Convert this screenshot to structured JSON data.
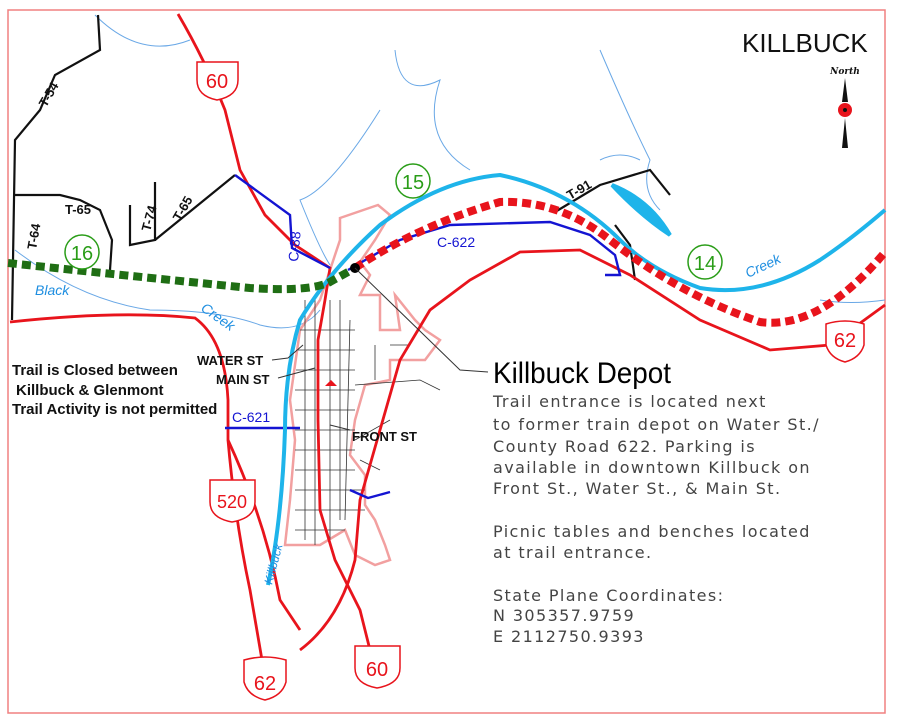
{
  "map": {
    "title": "KILLBUCK",
    "north_label": "North",
    "colors": {
      "road": "#e8141c",
      "creek": "#1eb4ea",
      "county_road": "#1414d2",
      "trail_open": "#e8141c",
      "trail_closed": "#1f6e14",
      "village_boundary": "#f08c8c",
      "state_route_number": "#2a9d18"
    },
    "route_shields": [
      {
        "type": "ohio",
        "number": "60"
      },
      {
        "type": "ohio",
        "number": "520"
      },
      {
        "type": "us",
        "number": "62"
      },
      {
        "type": "us",
        "number": "62"
      },
      {
        "type": "ohio",
        "number": "60"
      }
    ],
    "trail_markers": [
      "16",
      "15",
      "14"
    ],
    "township_roads": [
      "T-54",
      "T-65",
      "T-74",
      "T-65",
      "T-64",
      "T-91"
    ],
    "county_roads": [
      "C-88",
      "C-622",
      "C-621"
    ],
    "creek_labels": [
      "Black",
      "Creek",
      "Creek",
      "Killbuck"
    ],
    "streets": [
      "WATER ST",
      "MAIN ST",
      "FRONT ST"
    ],
    "notice": [
      "Trail is Closed between",
      "Killbuck & Glenmont",
      "Trail Activity is not permitted"
    ],
    "depot": {
      "title": "Killbuck Depot",
      "description": [
        "Trail entrance is located next",
        "to former train depot on Water St./",
        "County Road 622.  Parking is",
        "available in downtown Killbuck on",
        "Front St., Water St., & Main St.",
        "",
        "Picnic tables and benches located",
        "at trail entrance.",
        "",
        "State Plane Coordinates:",
        "N  305357.9759",
        "E  2112750.9393"
      ]
    }
  }
}
